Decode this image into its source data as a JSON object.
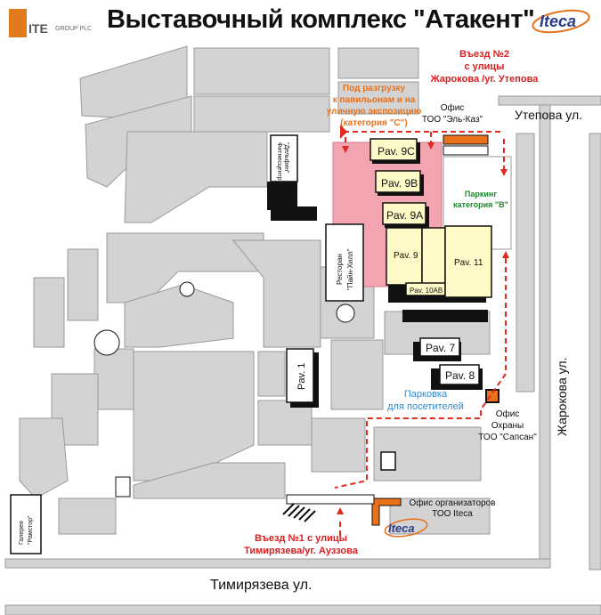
{
  "title": "Выставочный комплекс \"Атакент\"",
  "logos": {
    "ite_letters": "ITE",
    "ite_sub": "GROUP PLC",
    "iteca": "Iteca",
    "iteca_small": "Iteca"
  },
  "streets": {
    "utepova": "Утепова ул.",
    "zharokova": "Жароковa ул.",
    "timiryazeva": "Тимирязева ул."
  },
  "entrances": {
    "entry2": [
      "Въезд №2",
      "с улицы",
      "Жарокова /уг. Утепова"
    ],
    "entry1": [
      "Въезд №1 с улицы",
      "Тимирязева/уг. Ауззова"
    ]
  },
  "notes": {
    "unloading": [
      "Под разгрузку",
      "к павильонам и на",
      "уличную экспозицию",
      "(категория \"С\")"
    ],
    "parking_b": [
      "Паркинг",
      "категория \"В\""
    ],
    "visitor_parking": [
      "Парковка",
      "для посетителей"
    ]
  },
  "offices": {
    "el_kaz": [
      "Офис",
      "ТОО \"Эль-Каз\""
    ],
    "security": [
      "Офис",
      "Охраны",
      "ТОО \"Сапсан\""
    ],
    "organizers": [
      "Офис организаторов",
      "ТОО Iteca"
    ]
  },
  "buildings": {
    "fitness": [
      "Фитнесцентр",
      "\"Дельфин\""
    ],
    "restaurant": [
      "Ресторан",
      "\"Пайн-Хилл\""
    ],
    "gallery": [
      "Галерея",
      "\"Рамстор\""
    ]
  },
  "pavilions": {
    "p9c": "Pav. 9C",
    "p9b": "Pav. 9B",
    "p9a": "Pav. 9A",
    "p9": "Pav. 9",
    "p10ab": "Pav. 10AB",
    "p11": "Pav. 11",
    "p7": "Pav. 7",
    "p8": "Pav. 8",
    "p1": "Pav. 1"
  },
  "colors": {
    "block": "#d3d3d3",
    "block_stroke": "#9a9a9a",
    "street": "#ffffff",
    "pavilion": "#fffbc8",
    "unloading_zone": "#f2a4b0",
    "route": "#e12a1e",
    "orange": "#e8711a",
    "green_text": "#1a8a2a",
    "blue_text": "#2a8ad0",
    "orange_text": "#e8711a",
    "red_text": "#d81e1e"
  }
}
